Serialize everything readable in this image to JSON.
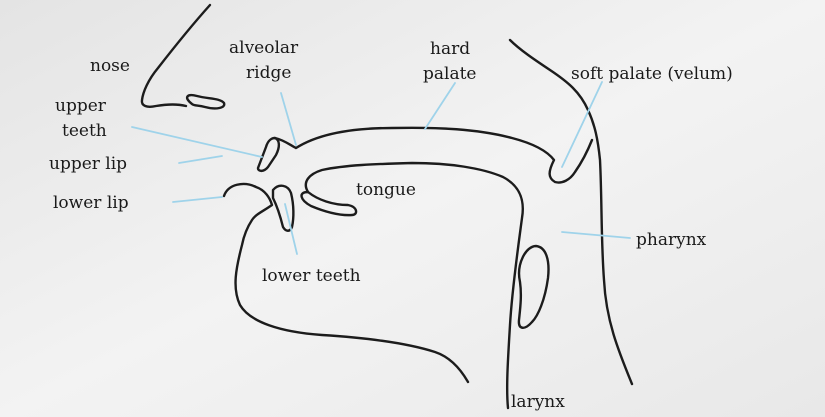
{
  "diagram": {
    "labels": {
      "nose": "nose",
      "alveolar_ridge": [
        "alveolar",
        "ridge"
      ],
      "hard_palate": [
        "hard",
        "palate"
      ],
      "soft_palate": "soft palate (velum)",
      "upper_teeth": [
        "upper",
        "teeth"
      ],
      "upper_lip": "upper lip",
      "lower_lip": "lower lip",
      "tongue": "tongue",
      "pharynx": "pharynx",
      "lower_teeth": "lower teeth",
      "larynx": "larynx"
    },
    "colors": {
      "outline": "#1c1c1c",
      "pointer": "#9fd3ea",
      "text": "#1a1a1a",
      "background": "#ececec"
    }
  }
}
